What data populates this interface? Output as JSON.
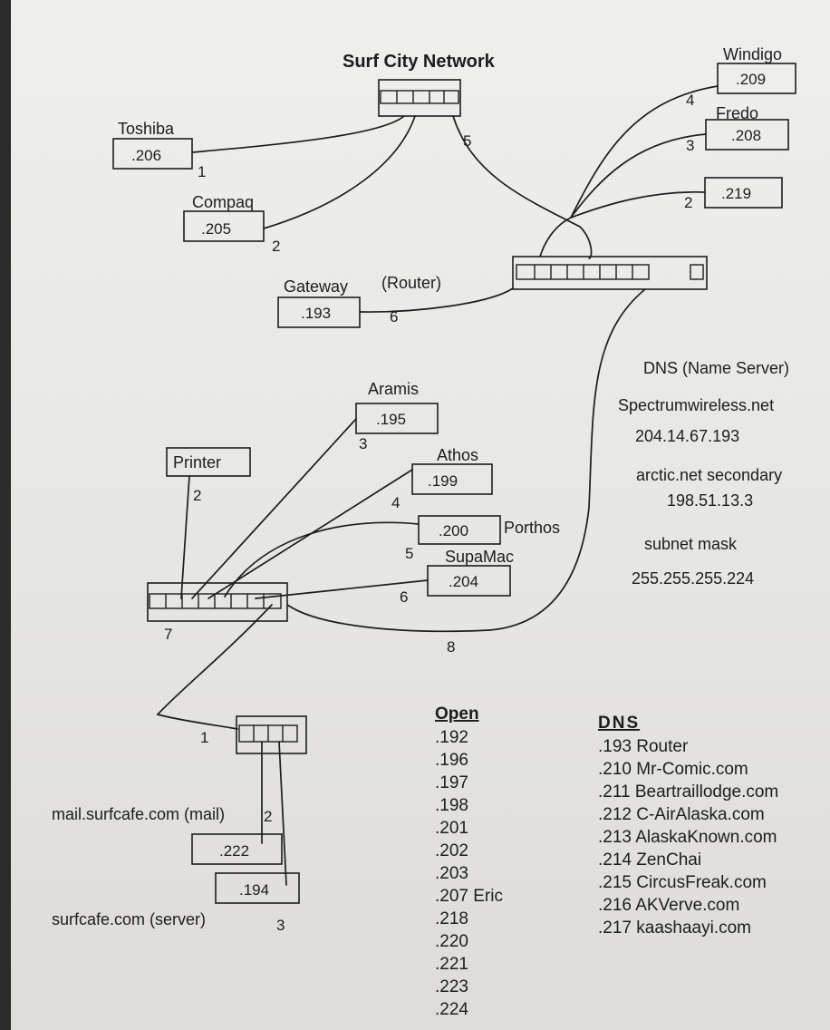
{
  "title": "Surf City Network",
  "top_devices": {
    "toshiba": {
      "name": "Toshiba",
      "ip": ".206",
      "port": "1"
    },
    "compaq": {
      "name": "Compaq",
      "ip": ".205",
      "port": "2"
    },
    "hub_port": "5",
    "windigo": {
      "name": "Windigo",
      "ip": ".209",
      "port": "4"
    },
    "fredo": {
      "name": "Fredo",
      "ip": ".208",
      "port": "3"
    },
    "unnamed": {
      "ip": ".219",
      "port": "2"
    },
    "gateway": {
      "name": "Gateway",
      "ip": ".193",
      "port": "6"
    },
    "router_label": "(Router)"
  },
  "lower_devices": {
    "aramis": {
      "name": "Aramis",
      "ip": ".195",
      "port": "3"
    },
    "athos": {
      "name": "Athos",
      "ip": ".199",
      "port": "4"
    },
    "porthos": {
      "name": "Porthos",
      "ip": ".200",
      "port": "5"
    },
    "supamac": {
      "name": "SupaMac",
      "ip": ".204",
      "port": "6"
    },
    "printer": {
      "name": "Printer",
      "port": "2"
    },
    "switch_port_7": "7",
    "switch_port_8": "8",
    "switch_port_1": "1",
    "mail": {
      "name": "mail.surfcafe.com (mail)",
      "ip": ".222",
      "port": "2"
    },
    "server": {
      "name": "surfcafe.com (server)",
      "ip": ".194",
      "port": "3"
    }
  },
  "dns_info": {
    "heading": "DNS (Name Server)",
    "primary_name": "Spectrumwireless.net",
    "primary_ip": "204.14.67.193",
    "secondary_name": "arctic.net secondary",
    "secondary_ip": "198.51.13.3",
    "mask_label": "subnet mask",
    "mask_value": "255.255.255.224"
  },
  "open_list": {
    "heading": "Open",
    "items": [
      ".192",
      ".196",
      ".197",
      ".198",
      ".201",
      ".202",
      ".203",
      ".207 Eric",
      ".218",
      ".220",
      ".221",
      ".223",
      ".224"
    ]
  },
  "dns_list": {
    "heading": "DNS",
    "items": [
      ".193 Router",
      ".210 Mr-Comic.com",
      ".211 Beartraillodge.com",
      ".212 C-AirAlaska.com",
      ".213 AlaskaKnown.com",
      ".214 ZenChai",
      ".215 CircusFreak.com",
      ".216 AKVerve.com",
      ".217 kaashaayi.com"
    ]
  }
}
